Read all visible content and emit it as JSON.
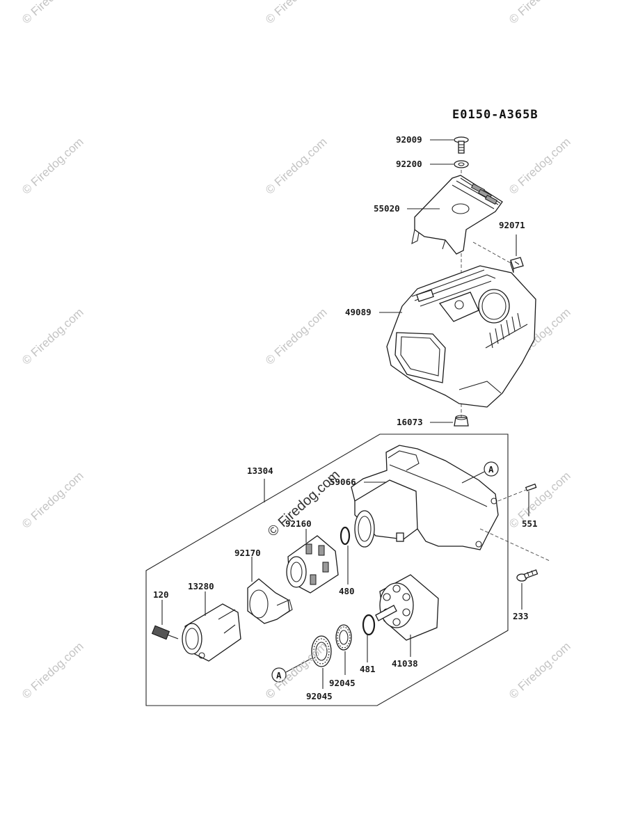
{
  "diagram": {
    "code": "E0150-A365B",
    "watermark": "© Firedog.com",
    "ref_marker": "A",
    "parts": {
      "p92009": "92009",
      "p92200": "92200",
      "p55020": "55020",
      "p92071": "92071",
      "p49089": "49089",
      "p16073": "16073",
      "p13304": "13304",
      "p59066": "59066",
      "p551": "551",
      "p92160": "92160",
      "p92170": "92170",
      "p480": "480",
      "p120": "120",
      "p13280": "13280",
      "p233": "233",
      "p41038": "41038",
      "p481": "481",
      "p92045a": "92045",
      "p92045b": "92045"
    }
  }
}
